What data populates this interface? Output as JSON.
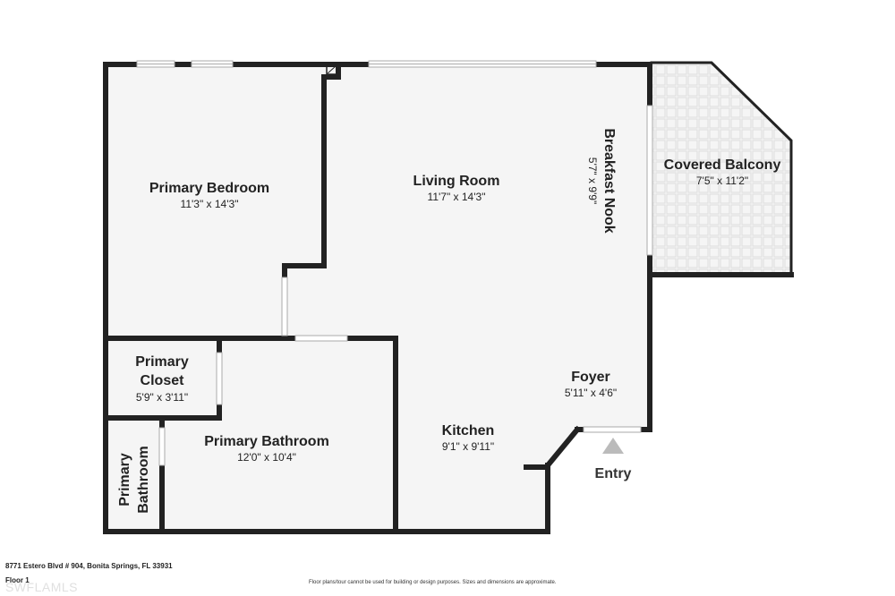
{
  "rooms": {
    "primary_bedroom": {
      "name": "Primary Bedroom",
      "dims": "11'3\" x 14'3\""
    },
    "living_room": {
      "name": "Living Room",
      "dims": "11'7\" x 14'3\""
    },
    "breakfast_nook": {
      "name": "Breakfast Nook",
      "dims": "5'7\" x 9'9\""
    },
    "covered_balcony": {
      "name": "Covered Balcony",
      "dims": "7'5\" x 11'2\""
    },
    "primary_closet": {
      "name_line1": "Primary",
      "name_line2": "Closet",
      "dims": "5'9\" x 3'11\""
    },
    "foyer": {
      "name": "Foyer",
      "dims": "5'11\" x 4'6\""
    },
    "kitchen": {
      "name": "Kitchen",
      "dims": "9'1\" x 9'11\""
    },
    "primary_bathroom": {
      "name": "Primary Bathroom",
      "dims": "12'0\" x 10'4\""
    },
    "primary_bathroom_small": {
      "name_line1": "Primary",
      "name_line2": "Bathroom"
    }
  },
  "entry": {
    "label": "Entry"
  },
  "footer": {
    "address": "8771 Estero Blvd # 904, Bonita Springs, FL 33931",
    "floor": "Floor 1",
    "watermark": "SWFLAMLS",
    "disclaimer": "Floor plans/tour cannot be used for building or design purposes. Sizes and dimensions are approximate."
  },
  "colors": {
    "wall": "#222222",
    "floor": "#f5f5f5",
    "window": "#cccccc",
    "balcony_tile": "#dddddd",
    "entry_arrow": "#bbbbbb"
  }
}
